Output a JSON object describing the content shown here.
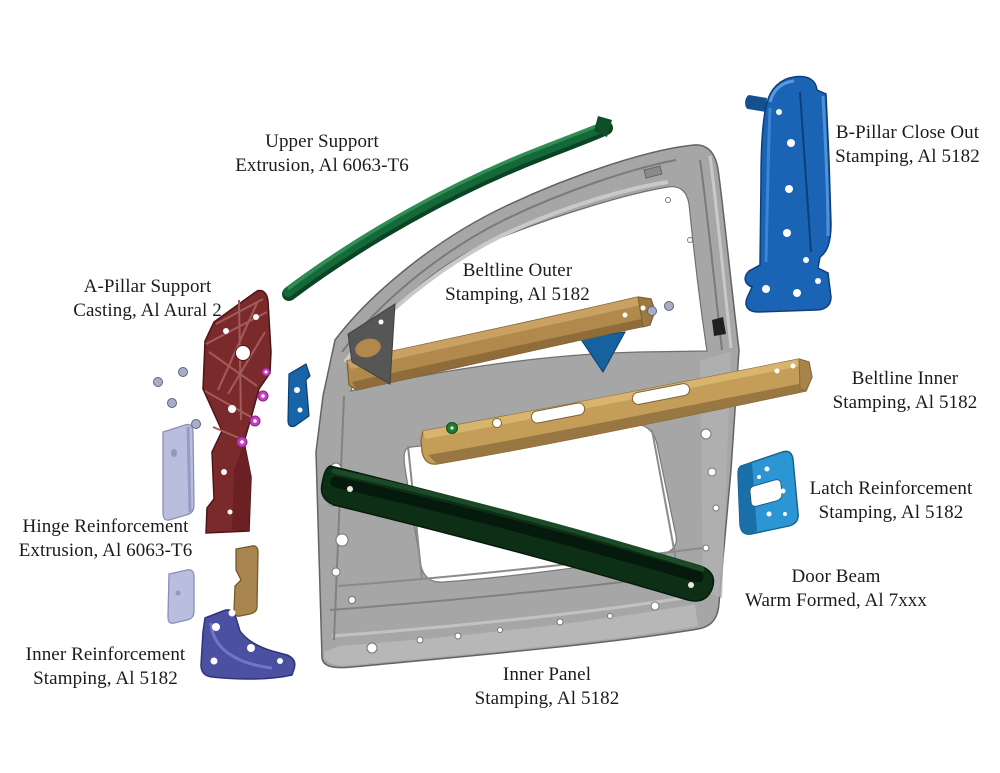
{
  "figure": {
    "kind": "exploded-view door assembly diagram",
    "background": "#ffffff",
    "text_color": "#1b1b1b"
  },
  "parts": {
    "upper_support": {
      "name": "Upper Support",
      "spec": "Extrusion, Al 6063-T6",
      "color": "#15683a"
    },
    "b_pillar_close_out": {
      "name": "B-Pillar Close Out",
      "spec": "Stamping, Al 5182",
      "color": "#1a63b5"
    },
    "a_pillar_support": {
      "name": "A-Pillar Support",
      "spec": "Casting, Al Aural 2",
      "color": "#7b2a2c"
    },
    "beltline_outer": {
      "name": "Beltline Outer",
      "spec": "Stamping, Al 5182",
      "color": "#b1894c"
    },
    "beltline_inner": {
      "name": "Beltline Inner",
      "spec": "Stamping, Al 5182",
      "color": "#c49d58"
    },
    "latch_reinforcement": {
      "name": "Latch Reinforcement",
      "spec": "Stamping, Al 5182",
      "color": "#2b96d3"
    },
    "hinge_reinforcement": {
      "name": "Hinge Reinforcement",
      "spec": "Extrusion, Al 6063-T6",
      "color": "#b9bedf"
    },
    "door_beam": {
      "name": "Door Beam",
      "spec": "Warm Formed, Al 7xxx",
      "color": "#0c2f15"
    },
    "inner_reinforcement": {
      "name": "Inner Reinforcement",
      "spec": "Stamping, Al 5182",
      "color": "#4b50a3"
    },
    "inner_panel": {
      "name": "Inner Panel",
      "spec": "Stamping, Al 5182",
      "color": "#a6a6a6"
    }
  },
  "palette": {
    "fastener": "#a9aec6",
    "magenta_fastener": "#c93fc0",
    "green_clip": "#1e7b33",
    "small_bracket_blue": "#1764a8"
  }
}
